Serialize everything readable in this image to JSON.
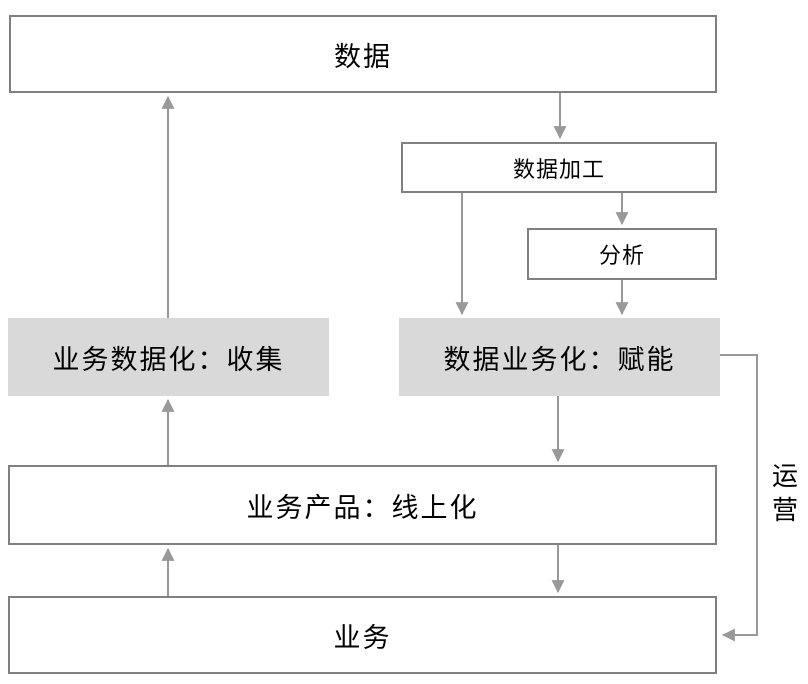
{
  "diagram": {
    "boxes": {
      "data": "数据",
      "processing": "数据加工",
      "analysis": "分析",
      "collect": "业务数据化：收集",
      "empower": "数据业务化：赋能",
      "product": "业务产品：线上化",
      "business": "业务"
    },
    "labels": {
      "operation": "运营"
    },
    "colors": {
      "box_border": "#808080",
      "arrow": "#999999",
      "highlight_fill": "#d9d9d9",
      "text": "#000000",
      "background": "#ffffff"
    }
  }
}
